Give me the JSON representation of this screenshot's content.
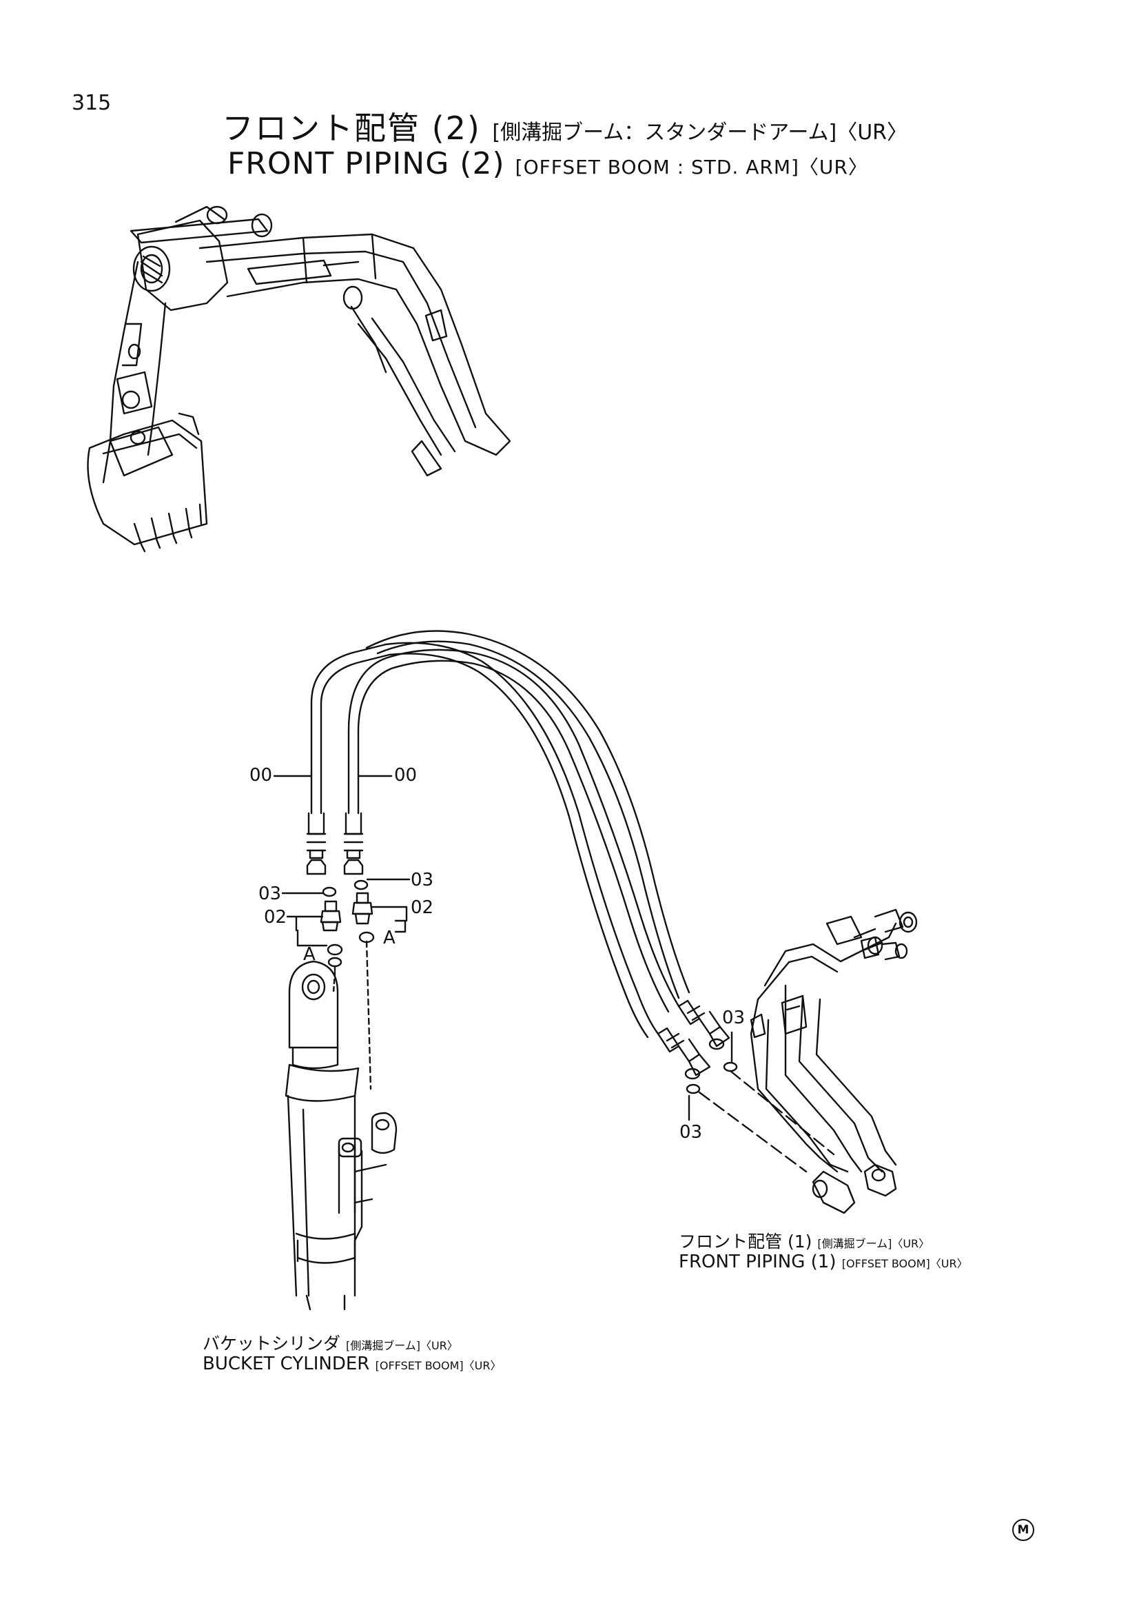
{
  "page_number": "315",
  "title": {
    "jp_main": "フロント配管 (2)",
    "jp_sub": "[側溝掘ブーム：スタンダードアーム]〈UR〉",
    "en_main": "FRONT PIPING (2)",
    "en_sub": "[OFFSET BOOM : STD. ARM]〈UR〉"
  },
  "callouts": {
    "c00_left": "00",
    "c00_right": "00",
    "c03_left": "03",
    "c03_right": "03",
    "c02_left": "02",
    "c02_right": "02",
    "a_left": "A",
    "a_right": "A",
    "c03_mid_top": "03",
    "c03_mid_bottom": "03"
  },
  "connection_labels": {
    "front_piping_1": {
      "jp_main": "フロント配管 (1)",
      "jp_sub": "[側溝掘ブーム]〈UR〉",
      "en_main": "FRONT PIPING (1)",
      "en_sub": "[OFFSET BOOM]〈UR〉"
    },
    "bucket_cylinder": {
      "jp_main": "バケットシリンダ",
      "jp_sub": "[側溝掘ブーム]〈UR〉",
      "en_main": "BUCKET CYLINDER",
      "en_sub": "[OFFSET BOOM]〈UR〉"
    }
  },
  "logo_letter": "M"
}
